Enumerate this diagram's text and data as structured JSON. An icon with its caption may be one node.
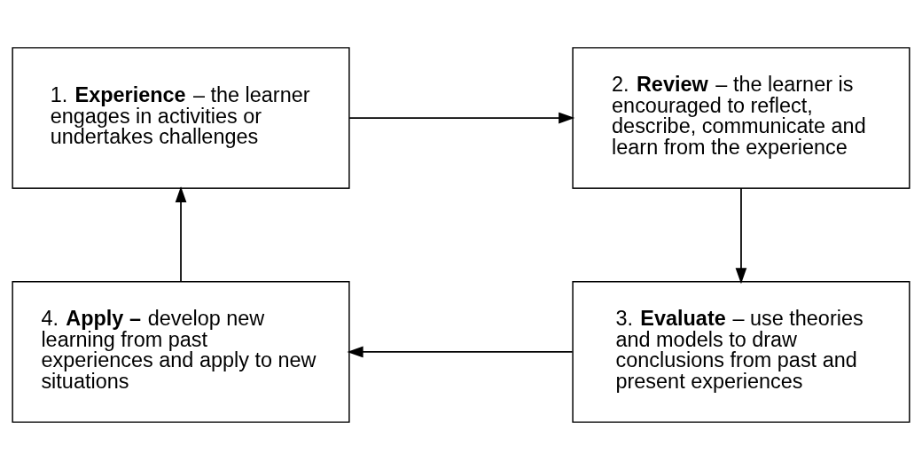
{
  "diagram": {
    "nodes": [
      {
        "text": [
          "1. **Experience** – the learner engages in activities or undertakes challenges"
        ]
      },
      {
        "text": [
          "2. **Review** – the learner is encouraged to reflect, describe, communicate and learn from the experience"
        ]
      },
      {
        "text": [
          "3. **Evaluate** – use theories and models to draw conclusions from past and present experiences"
        ]
      },
      {
        "text": [
          "4. **Apply –** develop new learning from past experiences and apply to new situations"
        ]
      }
    ],
    "edges": [
      {
        "from": 0,
        "to": 1,
        "arrow": "to"
      },
      {
        "from": 1,
        "to": 2,
        "arrow": "to"
      },
      {
        "from": 2,
        "to": 3,
        "arrow": "to"
      },
      {
        "from": 3,
        "to": 0,
        "arrow": "to"
      }
    ]
  }
}
